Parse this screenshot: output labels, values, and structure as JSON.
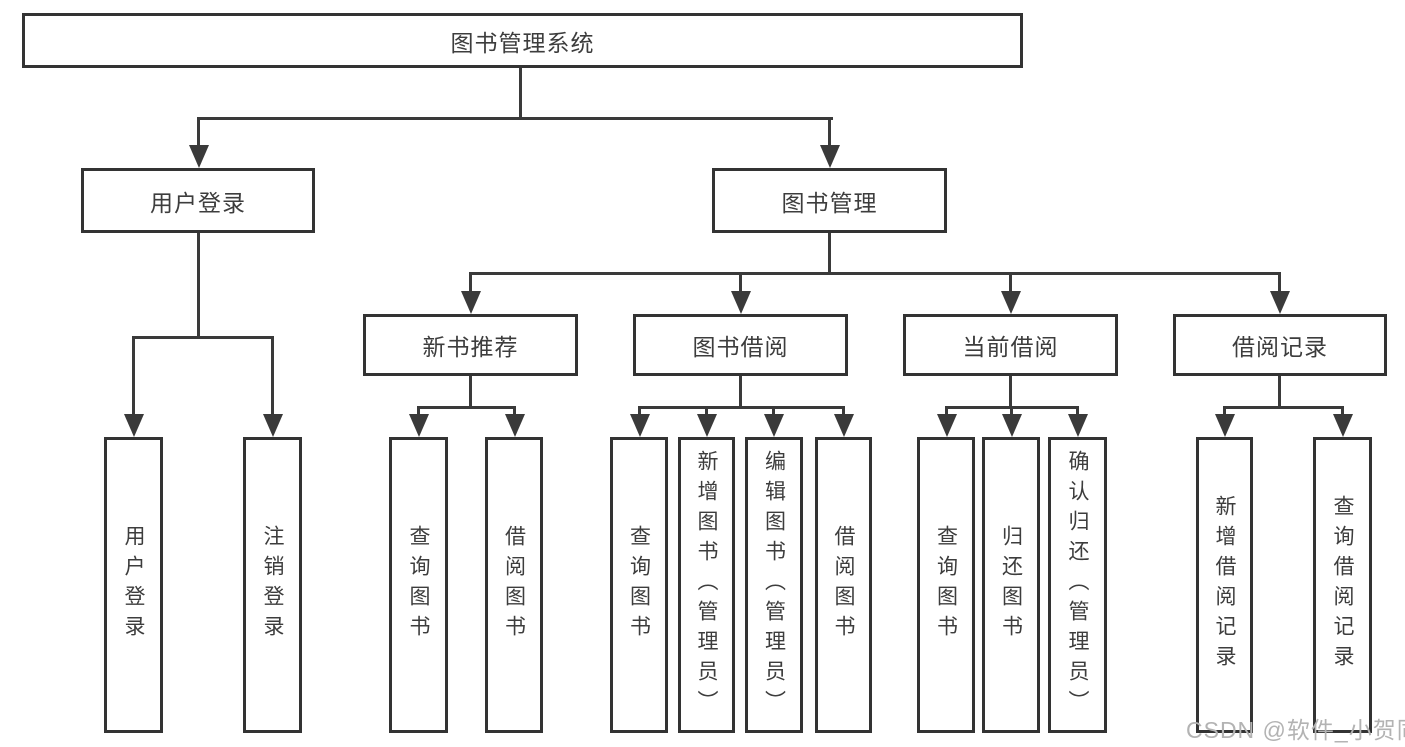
{
  "page": {
    "background": "#ffffff"
  },
  "colors": {
    "line": "#3a3a3a",
    "box_border": "#333333",
    "text": "#3d3d3d",
    "watermark": "#b3b3b3"
  },
  "diagram": {
    "type": "tree",
    "nodes": {
      "root": "图书管理系统",
      "user_login": "用户登录",
      "book_mgmt": "图书管理",
      "new_book_rec": "新书推荐",
      "book_borrow": "图书借阅",
      "current_borrow": "当前借阅",
      "borrow_record": "借阅记录",
      "leaf_user_login": "用户登录",
      "leaf_logout": "注销登录",
      "nbr_query_book": "查询图书",
      "nbr_borrow_book": "借阅图书",
      "bb_query_book": "查询图书",
      "bb_add_book": "新增图书（管理员）",
      "bb_edit_book": "编辑图书（管理员）",
      "bb_borrow_book": "借阅图书",
      "cb_query_book": "查询图书",
      "cb_return_book": "归还图书",
      "cb_confirm_return": "确认归还（管理员）",
      "br_add_record": "新增借阅记录",
      "br_query_record": "查询借阅记录"
    },
    "hierarchy": {
      "图书管理系统": {
        "用户登录": [
          "用户登录",
          "注销登录"
        ],
        "图书管理": {
          "新书推荐": [
            "查询图书",
            "借阅图书"
          ],
          "图书借阅": [
            "查询图书",
            "新增图书（管理员）",
            "编辑图书（管理员）",
            "借阅图书"
          ],
          "当前借阅": [
            "查询图书",
            "归还图书",
            "确认归还（管理员）"
          ],
          "借阅记录": [
            "新增借阅记录",
            "查询借阅记录"
          ]
        }
      }
    }
  },
  "watermark": {
    "text": "CSDN @软件_小贺同学"
  }
}
